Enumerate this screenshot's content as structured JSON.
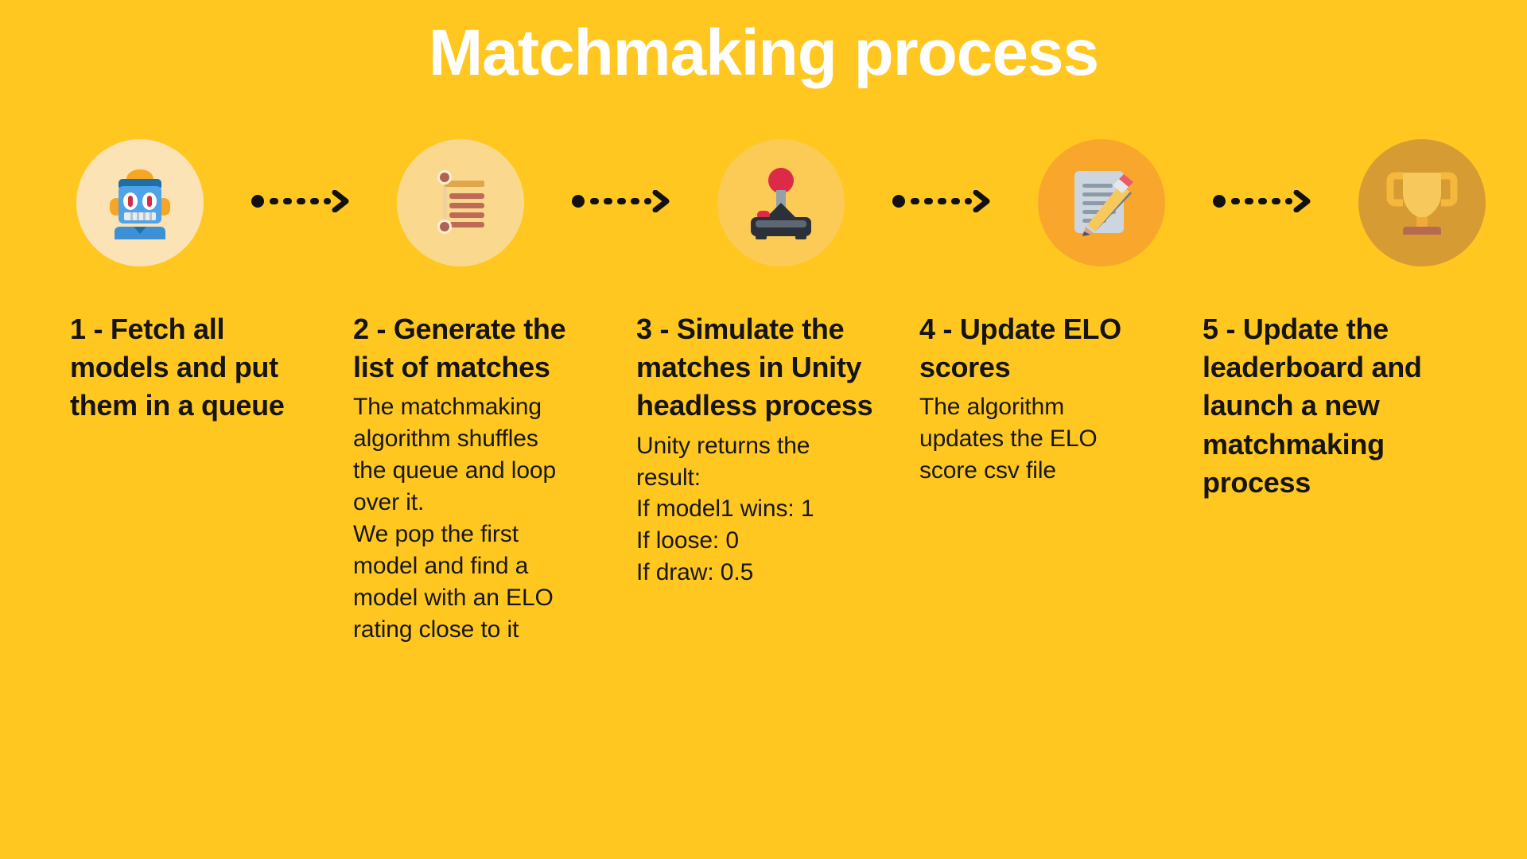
{
  "page": {
    "title": "Matchmaking process",
    "background_color": "#FFC71F",
    "title_color": "#FFFFFF",
    "text_color": "#1B1B1B"
  },
  "flow": {
    "arrow_icon_name": "dashed-arrow-right-icon",
    "arrow_color": "#111111",
    "steps": [
      {
        "icon_name": "robot-icon",
        "circle_color": "#FBE3B6",
        "number": "1",
        "separator": "-",
        "heading": "Fetch all models and put them in a queue",
        "body": []
      },
      {
        "icon_name": "checklist-icon",
        "circle_color": "#FAD98E",
        "number": "2",
        "separator": "-",
        "heading": "Generate the list of matches",
        "body": [
          "The matchmaking",
          "algorithm shuffles",
          "the queue and loop",
          "over it.",
          "We pop the first",
          "model and find a",
          "model with an ELO",
          "rating close to it"
        ]
      },
      {
        "icon_name": "joystick-icon",
        "circle_color": "#FCCB55",
        "number": "3",
        "separator": "-",
        "heading": "Simulate the matches in Unity headless process",
        "body": [
          "Unity returns the",
          "result:",
          "If model1 wins: 1",
          "If loose: 0",
          "If draw: 0.5"
        ]
      },
      {
        "icon_name": "document-pencil-icon",
        "circle_color": "#F8A72C",
        "number": "4",
        "separator": "-",
        "heading": "Update ELO scores",
        "body": [
          "The algorithm",
          "updates the ELO",
          "score csv file"
        ]
      },
      {
        "icon_name": "trophy-icon",
        "circle_color": "#D79B33",
        "number": "5",
        "separator": "-",
        "heading": "Update the leaderboard and launch a new matchmaking process",
        "body": []
      }
    ]
  }
}
